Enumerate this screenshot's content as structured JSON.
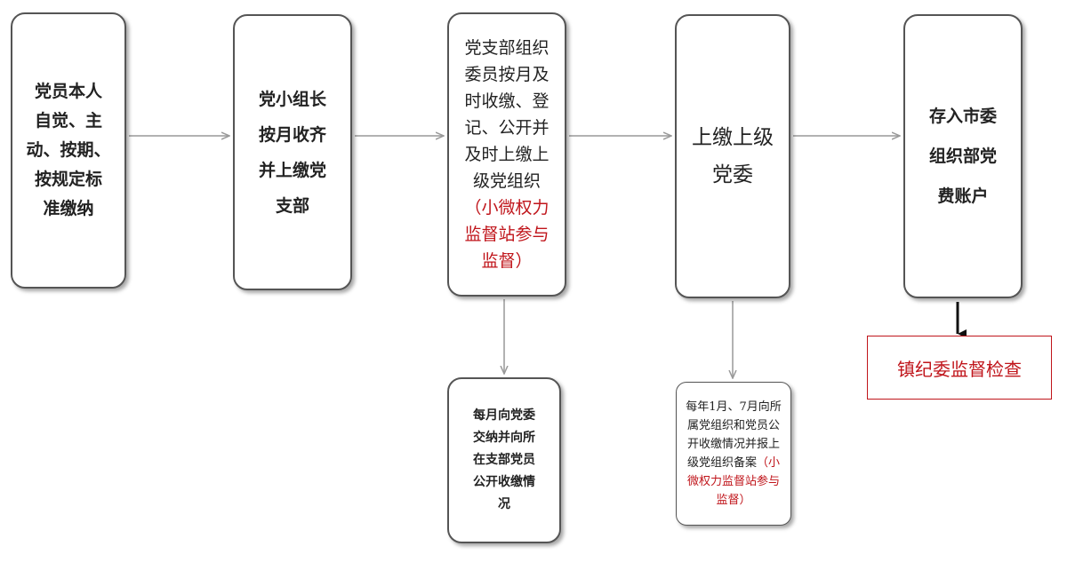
{
  "nodes": {
    "member_pay": "党员本人\n自觉、主\n动、按期、\n按规定标\n准缴纳",
    "group_leader": "党小组长\n按月收齐\n并上缴党\n支部",
    "branch_committee": "党支部组织\n委员按月及\n时收缴、登\n记、公开并\n及时上缴上\n级党组织",
    "branch_committee_note": "（小微权力\n监督站参与\n监督）",
    "upper_committee": "上缴上级\n党委",
    "city_account": "存入市委\n组织部党\n费账户",
    "monthly_report": "每月向党委\n交纳并向所\n在支部党员\n公开收缴情\n况",
    "semiannual_report": "每年1月、7月向所\n属党组织和党员公\n开收缴情况并报上\n级党组织备案",
    "semiannual_report_note": "（小\n微权力监督站参与\n监督）",
    "town_inspection": "镇纪委监督检查"
  },
  "colors": {
    "border": "#555555",
    "arrow": "#999999",
    "accent_red": "#c0151b",
    "thick_arrow": "#111111"
  }
}
